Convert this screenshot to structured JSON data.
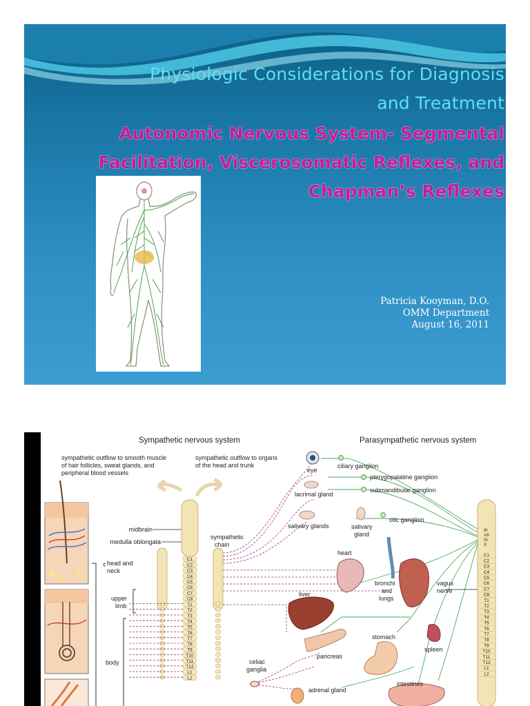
{
  "slide1": {
    "title_line1": "Physiologic Considerations for Diagnosis",
    "title_line2": "and Treatment",
    "subtitle_line1": "Autonomic Nervous System- Segmental",
    "subtitle_line2": "Facilitation, Viscerosomatic Reflexes, and",
    "subtitle_line3": "Chapman’s Reflexes",
    "author": "Patricia Kooyman, D.O.",
    "department": "OMM Department",
    "date": "August 16, 2011",
    "colors": {
      "title": "#5fe0ee",
      "subtitle": "#c81b9b",
      "background": "#2f8fc4"
    }
  },
  "slide2": {
    "header_sympathetic": "Sympathetic nervous system",
    "header_parasympathetic": "Parasympathetic nervous system",
    "outflow_smooth_1": "sympathetic outflow to smooth muscle",
    "outflow_smooth_2": "of hair follicles, sweat glands, and",
    "outflow_smooth_3": "peripheral blood vessels",
    "outflow_organs_1": "sympathetic outflow to organs",
    "outflow_organs_2": "of the head and trunk",
    "eye": "eye",
    "ciliary": "ciliary ganglion",
    "pterygo": "pterygopalatine ganglion",
    "lacrimal": "lacrimal gland",
    "submandibular": "submandibular ganglion",
    "salivary_glands": "salivary glands",
    "salivary_1": "salivary",
    "salivary_2": "gland",
    "otic": "otic ganglion",
    "midbrain": "midbrain",
    "medulla": "medulla oblongata",
    "chain_1": "sympathetic",
    "chain_2": "chain",
    "head_1": "head and",
    "head_2": "neck",
    "upper_1": "upper",
    "upper_2": "limb",
    "body": "body",
    "heart": "heart",
    "bronchi_1": "bronchi",
    "bronchi_2": "and",
    "bronchi_3": "lungs",
    "vagus_1": "vagus",
    "vagus_2": "nerve",
    "liver": "liver",
    "pancreas": "pancreas",
    "stomach": "stomach",
    "spleen": "spleen",
    "celiac_1": "celiac",
    "celiac_2": "ganglia",
    "adrenal": "adrenal gland",
    "intestines": "intestines",
    "cranial": [
      "III",
      "VII",
      "IX",
      "X"
    ],
    "sym_segments": [
      "C1",
      "C2",
      "C3",
      "C4",
      "C5",
      "C6",
      "C7",
      "C8",
      "T1",
      "T2",
      "T3",
      "T4",
      "T5",
      "T6",
      "T7",
      "T8",
      "T9",
      "T10",
      "T11",
      "T12",
      "L1",
      "L2"
    ],
    "para_segments": [
      "C1",
      "C2",
      "C3",
      "C4",
      "C5",
      "C6",
      "C7",
      "C8",
      "T1",
      "T2",
      "T3",
      "T4",
      "T5",
      "T6",
      "T7",
      "T8",
      "T9",
      "T10",
      "T11",
      "T12",
      "L1",
      "L2"
    ],
    "colors": {
      "sympathetic": "#a0307c",
      "parasympathetic": "#4aa85a"
    }
  }
}
